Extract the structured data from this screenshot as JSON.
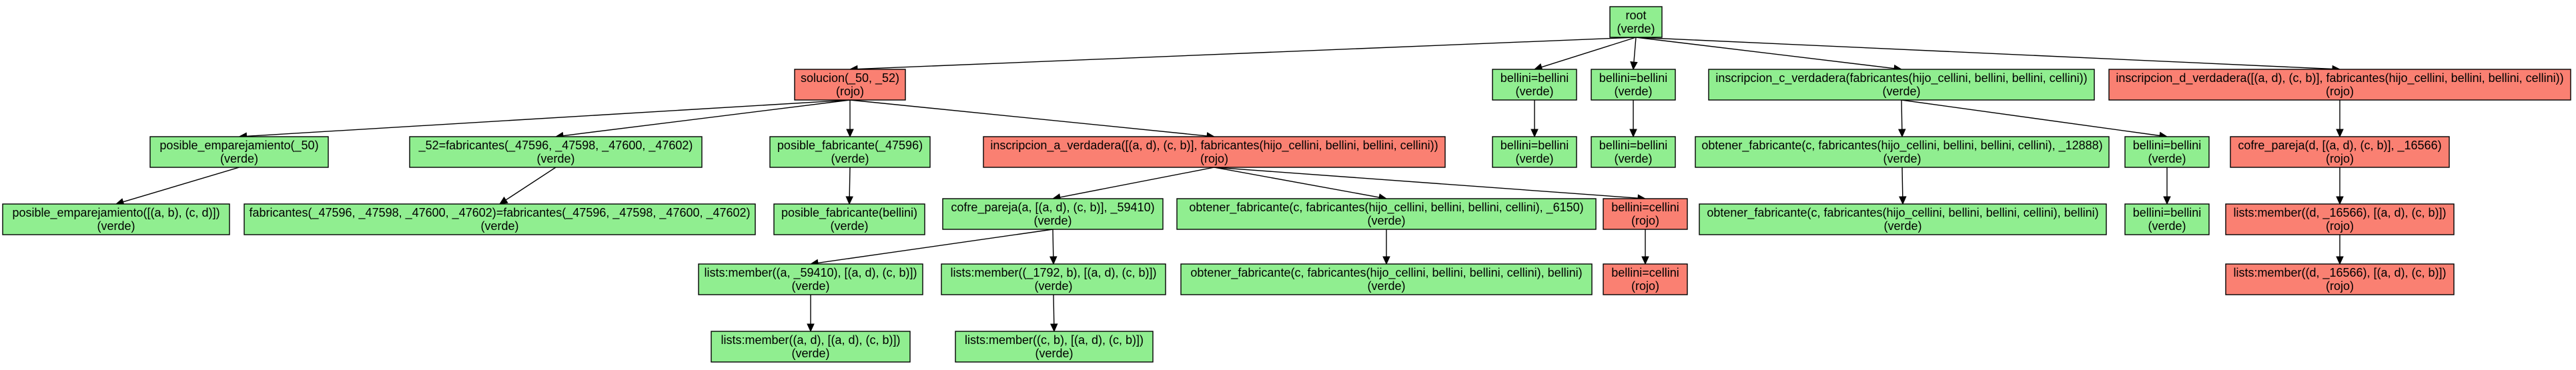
{
  "colors": {
    "verde": "#90EE90",
    "rojo": "#FA8072",
    "border": "#000000"
  },
  "nodes": {
    "root": {
      "label": "root",
      "status": "(verde)",
      "state": "verde"
    },
    "sol": {
      "label": "solucion(_50, _52)",
      "status": "(rojo)",
      "state": "rojo"
    },
    "bb1": {
      "label": "bellini=bellini",
      "status": "(verde)",
      "state": "verde"
    },
    "bb2": {
      "label": "bellini=bellini",
      "status": "(verde)",
      "state": "verde"
    },
    "insc": {
      "label": "inscripcion_c_verdadera(fabricantes(hijo_cellini, bellini, bellini, cellini))",
      "status": "(verde)",
      "state": "verde"
    },
    "insd": {
      "label": "inscripcion_d_verdadera([(a, d), (c, b)], fabricantes(hijo_cellini, bellini, bellini, cellini))",
      "status": "(rojo)",
      "state": "rojo"
    },
    "pemp": {
      "label": "posible_emparejamiento(_50)",
      "status": "(verde)",
      "state": "verde"
    },
    "fab52": {
      "label": "_52=fabricantes(_47596, _47598, _47600, _47602)",
      "status": "(verde)",
      "state": "verde"
    },
    "pfab": {
      "label": "posible_fabricante(_47596)",
      "status": "(verde)",
      "state": "verde"
    },
    "insa": {
      "label": "inscripcion_a_verdadera([(a, d), (c, b)], fabricantes(hijo_cellini, bellini, bellini, cellini))",
      "status": "(rojo)",
      "state": "rojo"
    },
    "bb1c": {
      "label": "bellini=bellini",
      "status": "(verde)",
      "state": "verde"
    },
    "bb2c": {
      "label": "bellini=bellini",
      "status": "(verde)",
      "state": "verde"
    },
    "obtc": {
      "label": "obtener_fabricante(c, fabricantes(hijo_cellini, bellini, bellini, cellini), _12888)",
      "status": "(verde)",
      "state": "verde"
    },
    "bbc": {
      "label": "bellini=bellini",
      "status": "(verde)",
      "state": "verde"
    },
    "cofd": {
      "label": "cofre_pareja(d, [(a, d), (c, b)], _16566)",
      "status": "(rojo)",
      "state": "rojo"
    },
    "pemp2": {
      "label": "posible_emparejamiento([(a, b), (c, d)])",
      "status": "(verde)",
      "state": "verde"
    },
    "fabeq": {
      "label": "fabricantes(_47596, _47598, _47600, _47602)=fabricantes(_47596, _47598, _47600, _47602)",
      "status": "(verde)",
      "state": "verde"
    },
    "pfab2": {
      "label": "posible_fabricante(bellini)",
      "status": "(verde)",
      "state": "verde"
    },
    "cofa": {
      "label": "cofre_pareja(a, [(a, d), (c, b)], _59410)",
      "status": "(verde)",
      "state": "verde"
    },
    "obta": {
      "label": "obtener_fabricante(c, fabricantes(hijo_cellini, bellini, bellini, cellini), _6150)",
      "status": "(verde)",
      "state": "verde"
    },
    "bcel": {
      "label": "bellini=cellini",
      "status": "(rojo)",
      "state": "rojo"
    },
    "obtc2": {
      "label": "obtener_fabricante(c, fabricantes(hijo_cellini, bellini, bellini, cellini), bellini)",
      "status": "(verde)",
      "state": "verde"
    },
    "bbc2": {
      "label": "bellini=bellini",
      "status": "(verde)",
      "state": "verde"
    },
    "lmd": {
      "label": "lists:member((d, _16566), [(a, d), (c, b)])",
      "status": "(rojo)",
      "state": "rojo"
    },
    "lma": {
      "label": "lists:member((a, _59410), [(a, d), (c, b)])",
      "status": "(verde)",
      "state": "verde"
    },
    "lm1792": {
      "label": "lists:member((_1792, b), [(a, d), (c, b)])",
      "status": "(verde)",
      "state": "verde"
    },
    "obta2": {
      "label": "obtener_fabricante(c, fabricantes(hijo_cellini, bellini, bellini, cellini), bellini)",
      "status": "(verde)",
      "state": "verde"
    },
    "bcel2": {
      "label": "bellini=cellini",
      "status": "(rojo)",
      "state": "rojo"
    },
    "lmd2": {
      "label": "lists:member((d, _16566), [(a, d), (c, b)])",
      "status": "(rojo)",
      "state": "rojo"
    },
    "lmad": {
      "label": "lists:member((a, d), [(a, d), (c, b)])",
      "status": "(verde)",
      "state": "verde"
    },
    "lmcb": {
      "label": "lists:member((c, b), [(a, d), (c, b)])",
      "status": "(verde)",
      "state": "verde"
    }
  }
}
